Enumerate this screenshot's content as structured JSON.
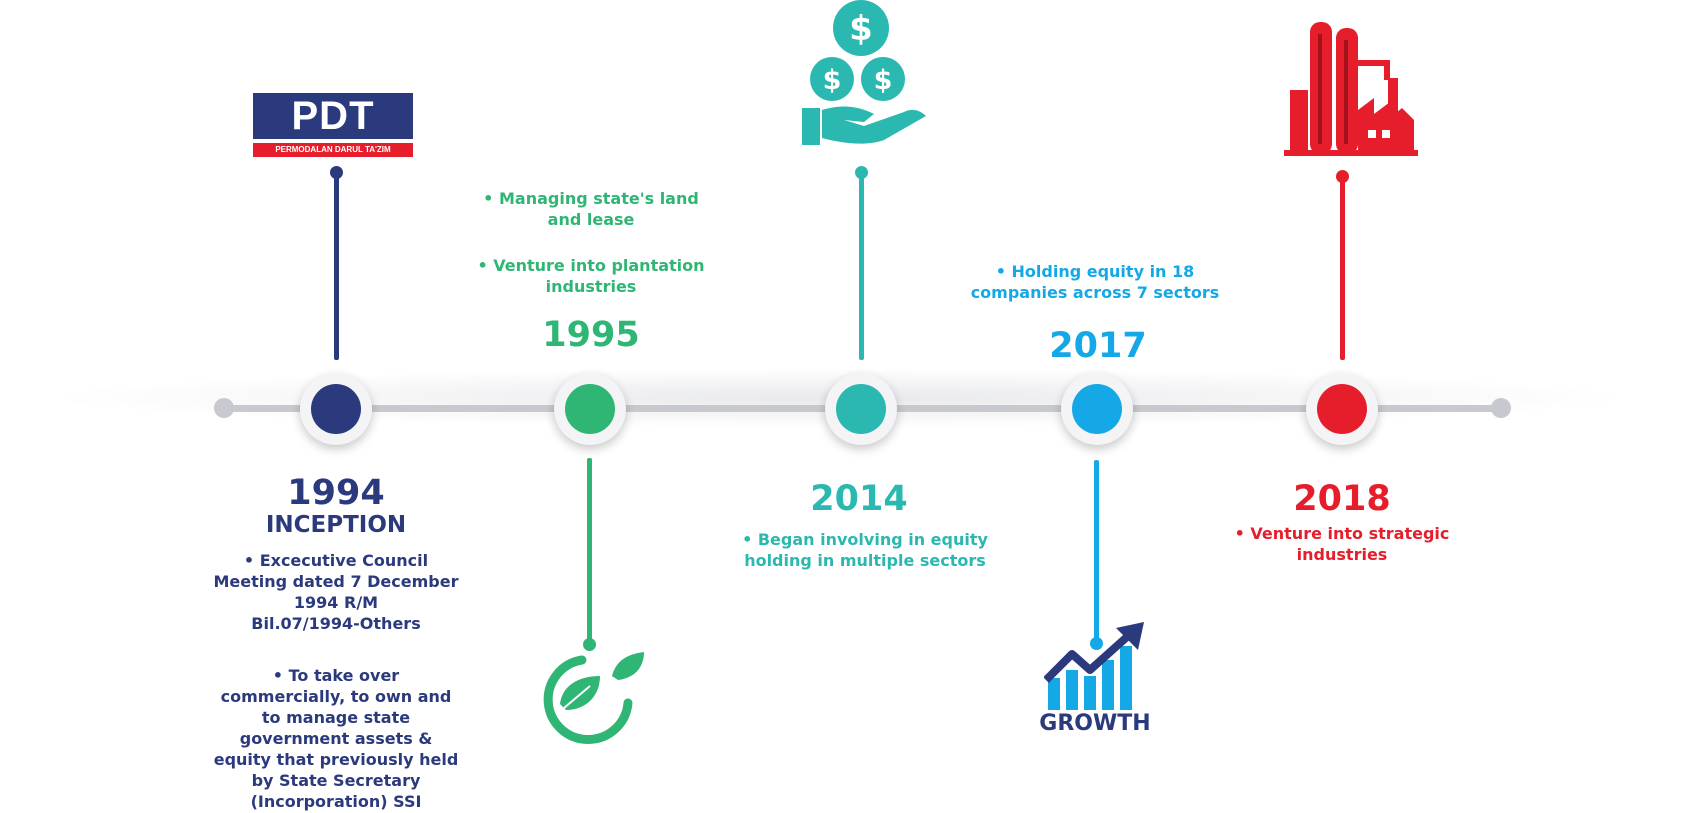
{
  "colors": {
    "navy": "#2b3a7d",
    "green": "#2fb574",
    "teal": "#2ab8b0",
    "blue": "#15a8e6",
    "red": "#e61e2b",
    "track": "#c8c9ce"
  },
  "logo": {
    "main": "PDT",
    "sub": "PERMODALAN DARUL TA'ZIM"
  },
  "milestones": [
    {
      "year": "1994",
      "caption": "INCEPTION",
      "points": [
        [
          "• Excecutive Council",
          "Meeting dated 7 December",
          "1994 R/M",
          "Bil.07/1994-Others"
        ],
        [
          "• To take over",
          "commercially, to own and",
          "to manage state",
          "government assets &",
          "equity that previously held",
          "by State Secretary",
          "(Incorporation) SSI"
        ]
      ],
      "icon": "pdt-logo-icon"
    },
    {
      "year": "1995",
      "points": [
        [
          "• Managing state's land",
          "and lease"
        ],
        [
          "• Venture into plantation",
          "industries"
        ]
      ],
      "icon": "leaf-icon"
    },
    {
      "year": "2014",
      "points": [
        [
          "• Began involving in equity",
          "holding in multiple sectors"
        ]
      ],
      "icon": "money-hand-icon"
    },
    {
      "year": "2017",
      "points": [
        [
          "• Holding equity in 18",
          "companies across 7 sectors"
        ]
      ],
      "icon": "growth-chart-icon",
      "icon_label": "GROWTH"
    },
    {
      "year": "2018",
      "points": [
        [
          "• Venture into strategic",
          "industries"
        ]
      ],
      "icon": "factory-icon"
    }
  ]
}
